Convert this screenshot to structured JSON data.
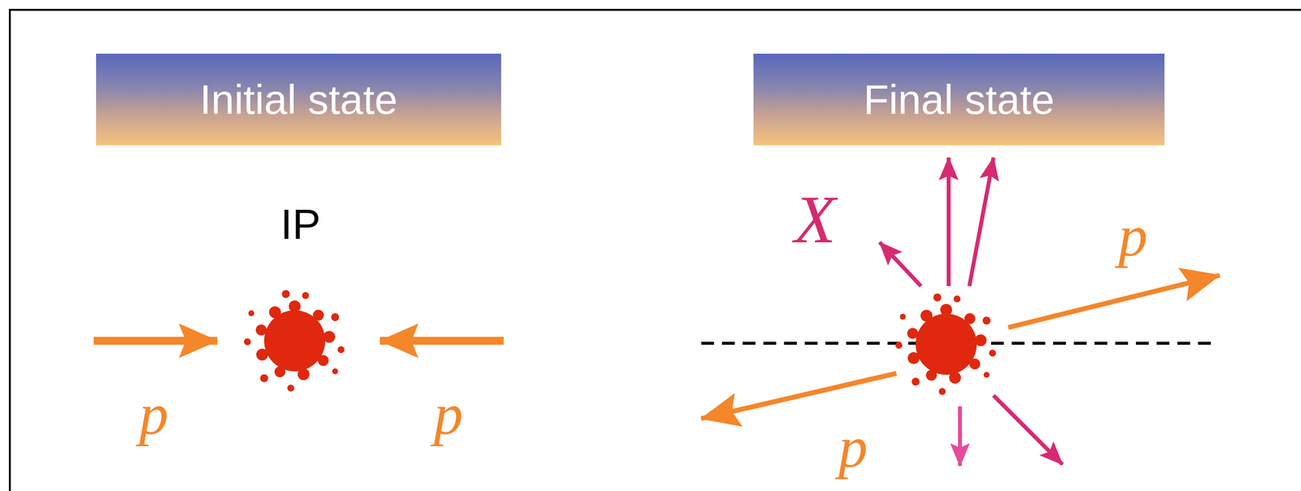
{
  "diagram": {
    "nodes": [
      {
        "text": [
          "Initial state"
        ]
      },
      {
        "text": [
          "Final state"
        ]
      }
    ],
    "labels": [
      "IP",
      "p",
      "p",
      "X",
      "p",
      "p"
    ]
  }
}
